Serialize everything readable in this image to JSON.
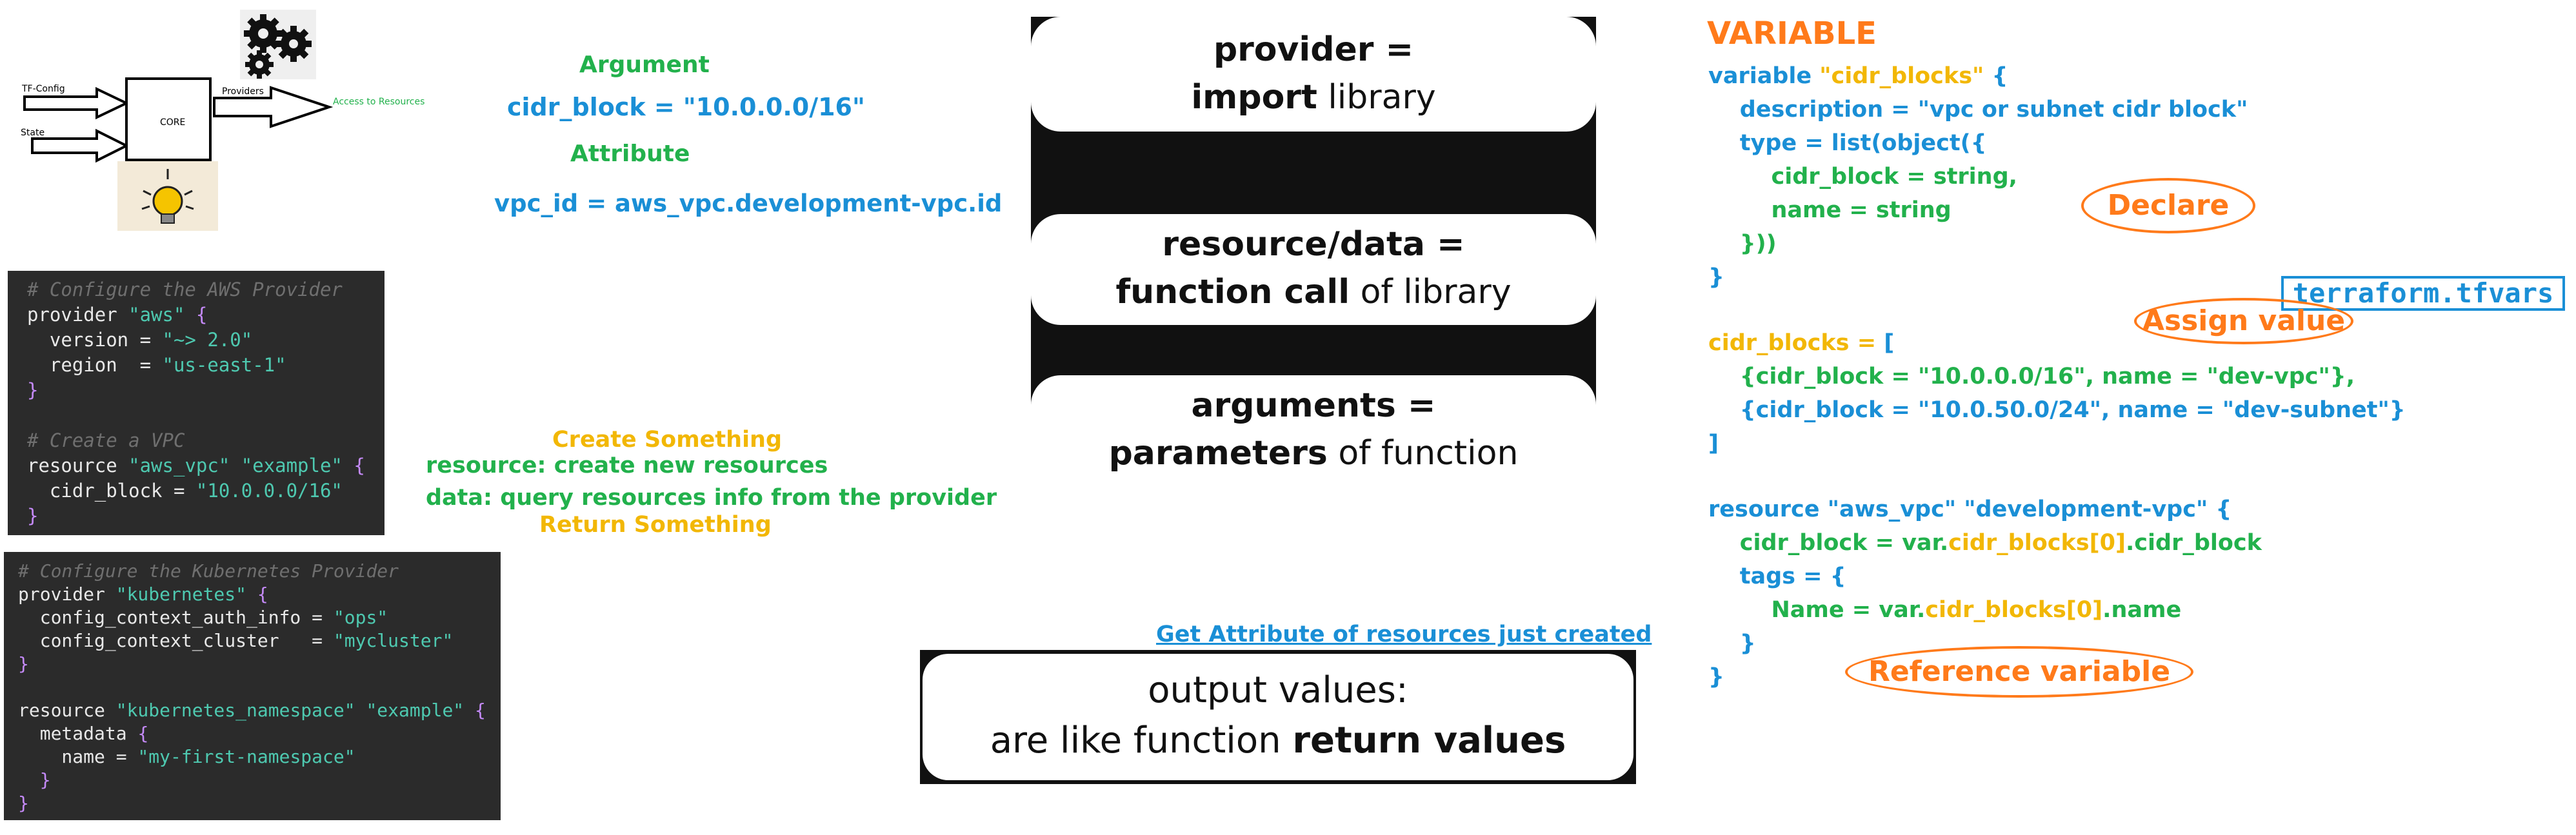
{
  "colors": {
    "blue": "#1a8fd6",
    "green": "#22b14c",
    "yellow": "#f2b705",
    "orange": "#ff7a1a"
  },
  "core_diagram": {
    "tf_config": "TF-Config",
    "state": "State",
    "core": "CORE",
    "providers": "Providers",
    "access": "Access to Resources",
    "icons": [
      "gears-icon",
      "lightbulb-icon"
    ]
  },
  "arg_attr": {
    "argument_title": "Argument",
    "argument_code": "cidr_block = \"10.0.0.0/16\"",
    "attribute_title": "Attribute",
    "attribute_code": "vpc_id = aws_vpc.development-vpc.id"
  },
  "aws_code": {
    "c1": "# Configure the AWS Provider",
    "l1a": "provider ",
    "l1b": "\"aws\"",
    "l1c": " {",
    "l2a": "  version = ",
    "l2b": "\"~> 2.0\"",
    "l3a": "  region  = ",
    "l3b": "\"us-east-1\"",
    "l4": "}",
    "c2": "# Create a VPC",
    "l5a": "resource ",
    "l5b": "\"aws_vpc\" \"example\"",
    "l5c": " {",
    "l6a": "  cidr_block = ",
    "l6b": "\"10.0.0.0/16\"",
    "l7": "}"
  },
  "k8s_code": {
    "c1": "# Configure the Kubernetes Provider",
    "l1a": "provider ",
    "l1b": "\"kubernetes\"",
    "l1c": " {",
    "l2a": "  config_context_auth_info = ",
    "l2b": "\"ops\"",
    "l3a": "  config_context_cluster   = ",
    "l3b": "\"mycluster\"",
    "l4": "}",
    "l5a": "resource ",
    "l5b": "\"kubernetes_namespace\" \"example\"",
    "l5c": " {",
    "l6a": "  metadata ",
    "l6b": "{",
    "l7a": "    name = ",
    "l7b": "\"my-first-namespace\"",
    "l8": "  }",
    "l9": "}"
  },
  "res_data": {
    "create": "Create Something",
    "resource": "resource: create new resources",
    "data": "data: query resources info from the provider",
    "return": "Return Something"
  },
  "slides": {
    "p1_a": "provider =",
    "p1_b1": "import",
    "p1_b2": " library",
    "p2_a": "resource/data =",
    "p2_b1": "function call",
    "p2_b2": " of library",
    "p3_a": "arguments =",
    "p3_b1": "parameters",
    "p3_b2": " of function",
    "get_attr": "Get Attribute of resources just created",
    "o_a": "output values:",
    "o_b1": "are like function ",
    "o_b2": "return values"
  },
  "variable": {
    "title": "VARIABLE",
    "l1a": "variable ",
    "l1b": "\"cidr_blocks\"",
    "l1c": " {",
    "l2": "    description = \"vpc or subnet cidr block\"",
    "l3": "    type = list(object({",
    "l4": "        cidr_block = string,",
    "l5": "        name = string",
    "l6": "    }))",
    "l7": "}",
    "declare": "Declare",
    "tfvars": "terraform.tfvars",
    "assign": "Assign value",
    "l8a": "cidr_blocks = ",
    "l8b": "[",
    "l9": "    {cidr_block = \"10.0.0.0/16\", name = \"dev-vpc\"},",
    "l10": "    {cidr_block = \"10.0.50.0/24\", name = \"dev-subnet\"}",
    "l11": "]",
    "l12": "resource \"aws_vpc\" \"development-vpc\" {",
    "l13a": "    cidr_block = var.",
    "l13b": "cidr_blocks[0]",
    "l13c": ".cidr_block",
    "l14": "    tags = {",
    "l15a": "        Name = var.",
    "l15b": "cidr_blocks[0]",
    "l15c": ".name",
    "l16": "    }",
    "l17": "}",
    "reference": "Reference variable"
  }
}
